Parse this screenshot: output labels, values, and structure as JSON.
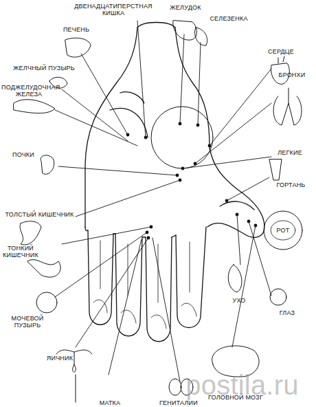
{
  "diagram": {
    "labels": [
      "ДВЕНАДЦАТИПЕРСТНАЯ КИШКА",
      "ЖЕЛУДОК",
      "СЕЛЕЗЕНКА",
      "ПЕЧЕНЬ",
      "СЕРДЦЕ",
      "ЖЕЛЧНЫЙ ПУЗЫРЬ",
      "БРОНХИ",
      "ПОДЖЕЛУДОЧНАЯ ЖЕЛЕЗА",
      "ПОЧКИ",
      "ЛЕГКИЕ",
      "ГОРТАНЬ",
      "ТОЛСТЫЙ КИШЕЧНИК",
      "РОТ",
      "ТОНКИЙ КИШЕЧНИК",
      "УХО",
      "МОЧЕВОЙ ПУЗЫРЬ",
      "ГЛАЗ",
      "ЯИЧНИК",
      "МАТКА",
      "ГЕНИТАЛИИ",
      "ГОЛОВНОЙ МОЗГ",
      "postila.ru"
    ]
  }
}
